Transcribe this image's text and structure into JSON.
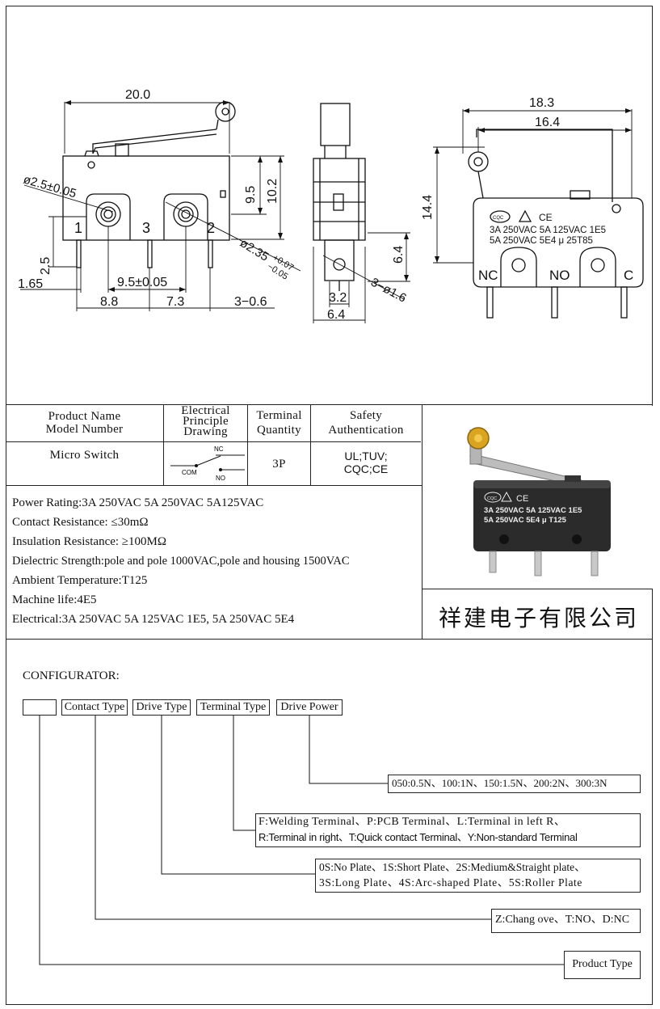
{
  "drawing": {
    "dims": {
      "d20": "20.0",
      "d2_5": "ø2.5±0.05",
      "d9_5v": "9.5",
      "d10_2": "10.2",
      "d2_5v": "2.5",
      "d1_65": "1.65",
      "d9_5h": "9.5±0.05",
      "d8_8": "8.8",
      "d7_3": "7.3",
      "d3_0_6": "3−0.6",
      "d2_35": "ø2.35",
      "tol_plus": "+0.07",
      "tol_minus": "−0.05",
      "d6_4v": "6.4",
      "d3_2": "3.2",
      "d6_4h": "6.4",
      "d3_1_6": "3−ø1.6",
      "d18_3": "18.3",
      "d16_4": "16.4",
      "d14_4": "14.4"
    },
    "pins": {
      "p1": "1",
      "p3": "3",
      "p2": "2",
      "nc": "NC",
      "no": "NO",
      "c": "C"
    },
    "marking": {
      "line1": "3A 250VAC 5A 125VAC 1E5",
      "line2": "5A 250VAC 5E4 μ 25T85",
      "cqc": "CQC",
      "ce": "CE"
    }
  },
  "table": {
    "headers": {
      "product": [
        "Product Name",
        "Model Number"
      ],
      "electrical": [
        "Electrical",
        "Principle",
        "Drawing"
      ],
      "terminal": [
        "Terminal",
        "Quantity"
      ],
      "safety": [
        "Safety",
        "Authentication"
      ]
    },
    "row": {
      "product": "Micro Switch",
      "nc": "NC",
      "com": "COM",
      "no": "NO",
      "terminal": "3P",
      "safety_line1": "UL;TUV;",
      "safety_line2": "CQC;CE"
    }
  },
  "photo": {
    "line1": "3A 250VAC 5A 125VAC 1E5",
    "line2": "5A 250VAC 5E4   μ   T125",
    "cqc": "CQC",
    "ce": "CE"
  },
  "specs": [
    "Power Rating:3A 250VAC 5A 250VAC 5A125VAC",
    "Contact Resistance: ≤30mΩ",
    "Insulation Resistance: ≥100MΩ",
    "Dielectric Strength:pole and pole 1000VAC,pole and housing 1500VAC",
    "Ambient Temperature:T125",
    "Machine life:4E5",
    "Electrical:3A 250VAC 5A 125VAC 1E5, 5A 250VAC 5E4"
  ],
  "company": "祥建电子有限公司",
  "configurator": {
    "title": "CONFIGURATOR:",
    "fields": {
      "contact_type": "Contact Type",
      "drive_type": "Drive Type",
      "terminal_type": "Terminal Type",
      "drive_power": "Drive Power"
    },
    "options": {
      "drive_power": "050:0.5N、100:1N、150:1.5N、200:2N、300:3N",
      "terminal_type_1": "F:Welding Terminal、P:PCB Terminal、L:Terminal in left R、",
      "terminal_type_2": "R:Terminal in right、T:Quick contact Terminal、Y:Non-standard Terminal",
      "drive_type_1": "0S:No Plate、1S:Short Plate、2S:Medium&Straight plate、",
      "drive_type_2": "3S:Long Plate、4S:Arc-shaped Plate、5S:Roller Plate",
      "contact_type": "Z:Chang ove、T:NO、D:NC",
      "product_type": "Product Type"
    }
  }
}
